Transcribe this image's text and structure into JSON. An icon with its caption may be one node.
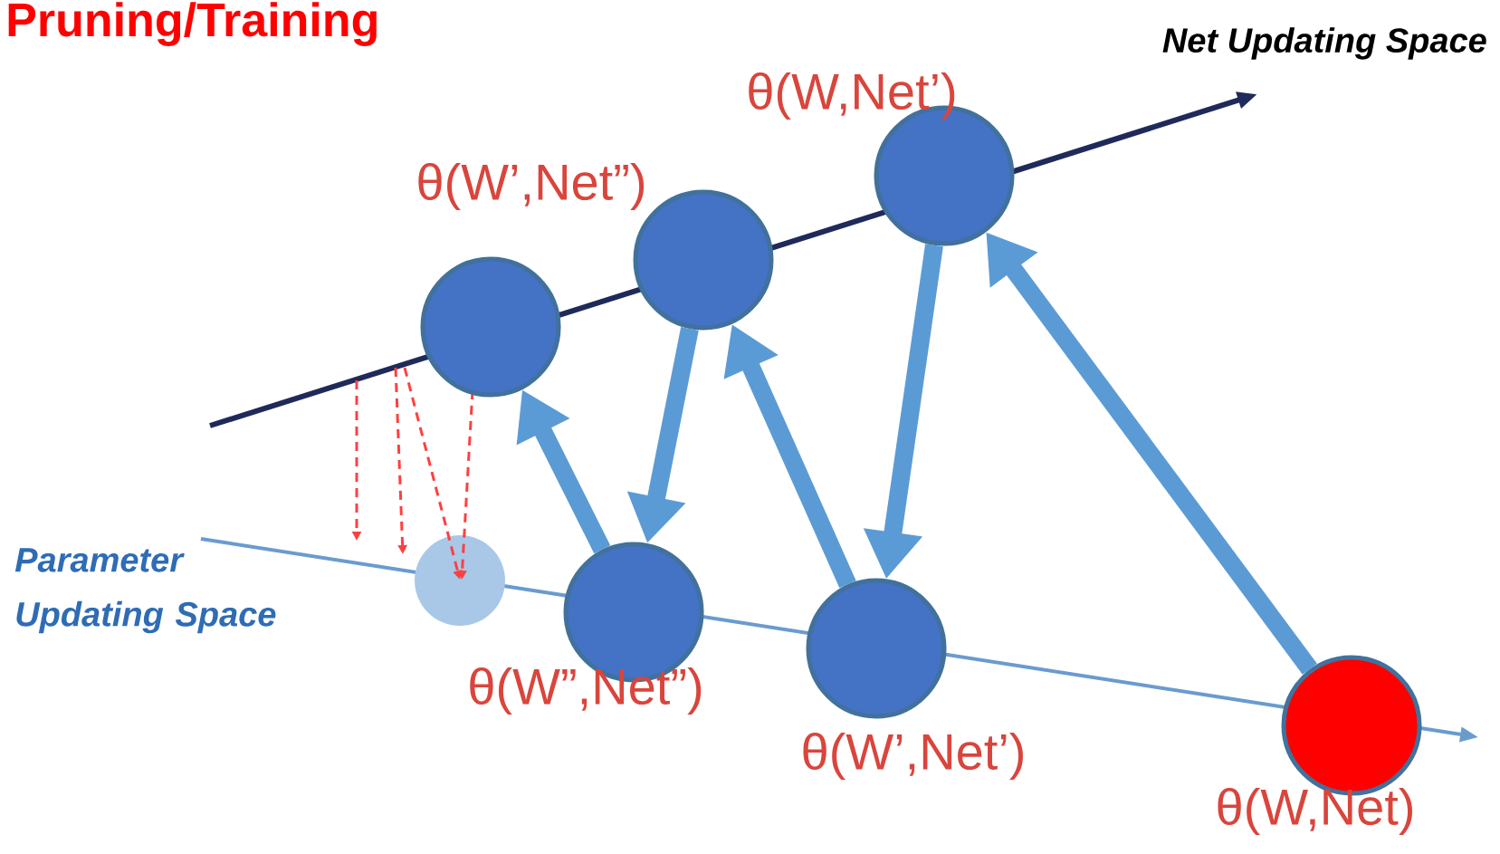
{
  "diagram": {
    "title": "Pruning/Training",
    "nodes": [
      {
        "text": [],
        "shape": "circle"
      },
      {
        "text": [],
        "shape": "circle",
        "beside": [
          "θ(W’,Net”)"
        ]
      },
      {
        "text": [],
        "shape": "circle",
        "beside": [
          "θ(W,Net’)"
        ]
      },
      {
        "text": [],
        "shape": "circle",
        "beside": [
          "θ(W”,Net”)"
        ]
      },
      {
        "text": [],
        "shape": "circle",
        "beside": [
          "θ(W’,Net’)"
        ]
      },
      {
        "text": [],
        "shape": "circle",
        "beside": [
          "θ(W,Net)"
        ]
      }
    ],
    "edges": [
      {
        "from": 5,
        "to": 2,
        "arrow": "to"
      },
      {
        "from": 2,
        "to": 4,
        "arrow": "to"
      },
      {
        "from": 4,
        "to": 1,
        "arrow": "to"
      },
      {
        "from": 1,
        "to": 3,
        "arrow": "to"
      },
      {
        "from": 3,
        "to": 0,
        "arrow": "to"
      }
    ],
    "labels": [
      "Net Updating Space",
      "Parameter Updating Space"
    ]
  }
}
